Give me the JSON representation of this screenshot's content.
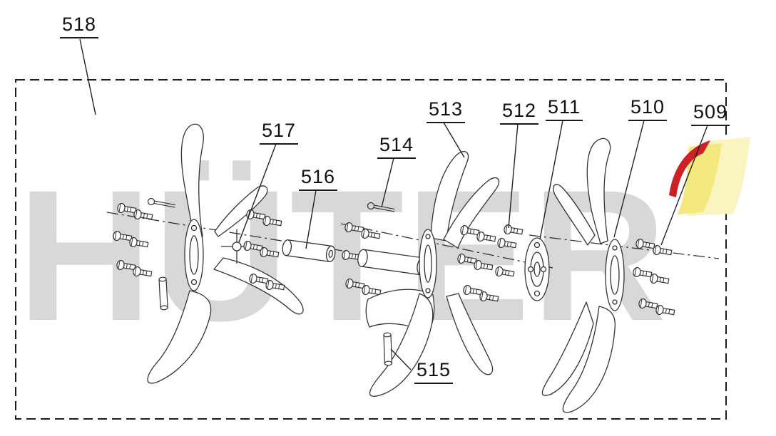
{
  "figure": {
    "watermark": "HÜTER",
    "colors": {
      "border": "#1c1c1c",
      "line": "#333333",
      "watermark": "#d8d8d8",
      "logo_yellow": "#f3e97e",
      "logo_yellow_pale": "#faf5c0",
      "logo_red": "#ce2127"
    }
  },
  "labels": [
    {
      "text": "518"
    },
    {
      "text": "517"
    },
    {
      "text": "516"
    },
    {
      "text": "514"
    },
    {
      "text": "513"
    },
    {
      "text": "512"
    },
    {
      "text": "511"
    },
    {
      "text": "510"
    },
    {
      "text": "509"
    },
    {
      "text": "515"
    }
  ]
}
